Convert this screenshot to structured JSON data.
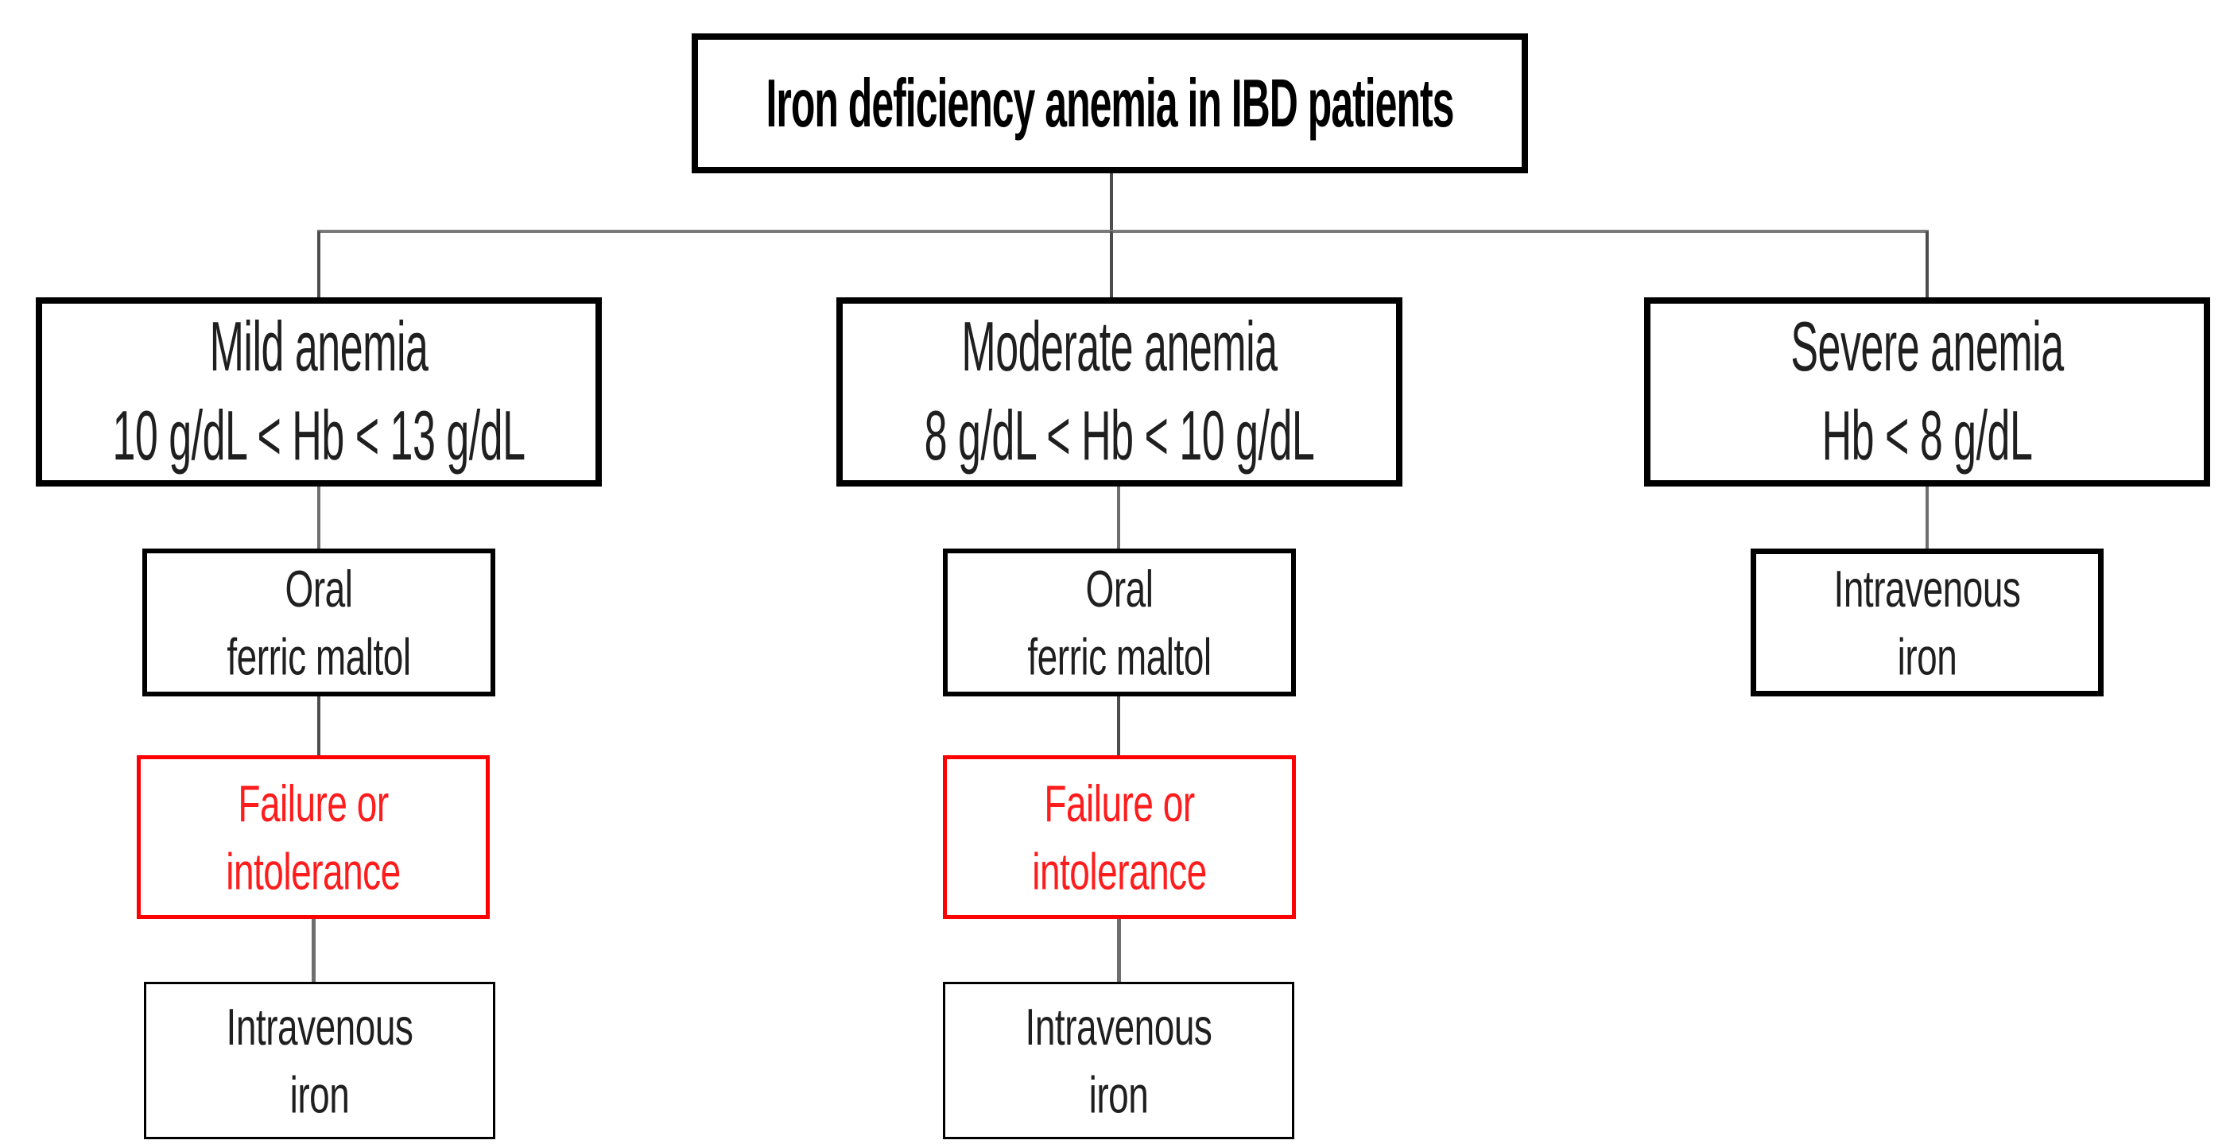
{
  "diagram": {
    "title": "Iron deficiency anemia in IBD patients",
    "branches": [
      {
        "name": "mild",
        "severity": {
          "line1": "Mild anemia",
          "line2": "10 g/dL < Hb < 13 g/dL"
        },
        "steps": [
          {
            "name": "oral-ferric-maltol",
            "line1": "Oral",
            "line2": "ferric maltol"
          },
          {
            "name": "failure-or-intolerance",
            "line1": "Failure or",
            "line2": "intolerance"
          },
          {
            "name": "intravenous-iron",
            "line1": "Intravenous",
            "line2": "iron"
          }
        ]
      },
      {
        "name": "moderate",
        "severity": {
          "line1": "Moderate anemia",
          "line2": "8 g/dL < Hb < 10 g/dL"
        },
        "steps": [
          {
            "name": "oral-ferric-maltol",
            "line1": "Oral",
            "line2": "ferric maltol"
          },
          {
            "name": "failure-or-intolerance",
            "line1": "Failure or",
            "line2": "intolerance"
          },
          {
            "name": "intravenous-iron",
            "line1": "Intravenous",
            "line2": "iron"
          }
        ]
      },
      {
        "name": "severe",
        "severity": {
          "line1": "Severe anemia",
          "line2": "Hb < 8 g/dL"
        },
        "steps": [
          {
            "name": "intravenous-iron",
            "line1": "Intravenous",
            "line2": "iron"
          }
        ]
      }
    ]
  },
  "colors": {
    "background": "#ffffff",
    "text": "#1f1f1f",
    "box-border": "#000000",
    "alert-border": "#ff0000",
    "alert-text": "#ff1c1c",
    "connector": "#4d4d4d",
    "connector-soft": "#6e6e6e"
  }
}
